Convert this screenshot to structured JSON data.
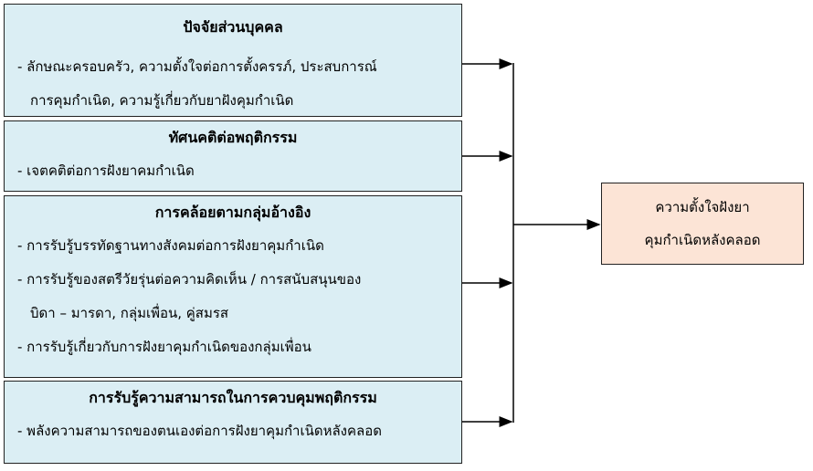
{
  "factors": [
    {
      "title": "ปัจจัยส่วนบุคคล",
      "items": [
        "- ลักษณะครอบครัว, ความตั้งใจต่อการตั้งครรภ์, ประสบการณ์",
        "การคุมกำเนิด, ความรู้เกี่ยวกับยาฝังคุมกำเนิด"
      ]
    },
    {
      "title": "ทัศนคติต่อพฤติกรรม",
      "items": [
        "- เจตคติต่อการฝังยาคมกำเนิด"
      ]
    },
    {
      "title": "การคล้อยตามกลุ่มอ้างอิง",
      "items": [
        "- การรับรู้บรรทัดฐานทางสังคมต่อการฝังยาคุมกำเนิด",
        "- การรับรู้ของสตรีวัยรุ่นต่อความคิดเห็น / การสนับสนุนของ",
        "บิดา – มารดา, กลุ่มเพื่อน, คู่สมรส",
        "- การรับรู้เกี่ยวกับการฝังยาคุมกำเนิดของกลุ่มเพื่อน"
      ]
    },
    {
      "title": "การรับรู้ความสามารถในการควบคุมพฤติกรรม",
      "items": [
        "- พลังความสามารถของตนเองต่อการฝังยาคุมกำเนิดหลังคลอด"
      ]
    }
  ],
  "outcome": {
    "lines": [
      "ความตั้งใจฝังยา",
      "คุมกำเนิดหลังคลอด"
    ]
  },
  "colors": {
    "factor_fill": "#dbeef4",
    "outcome_fill": "#fce4d6"
  }
}
